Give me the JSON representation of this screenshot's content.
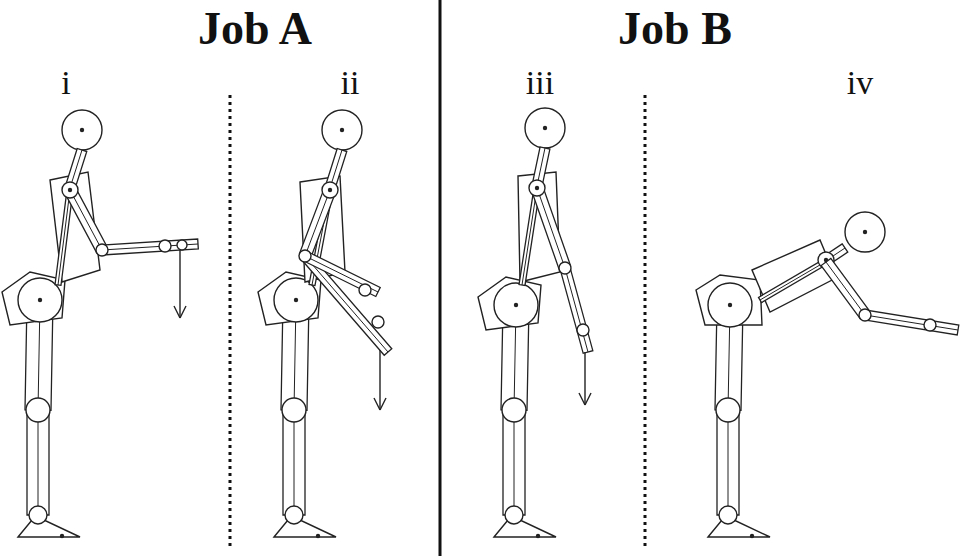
{
  "diagram": {
    "labels": [
      "Job A",
      "Job B",
      "i",
      "ii",
      "iii",
      "iv"
    ]
  }
}
